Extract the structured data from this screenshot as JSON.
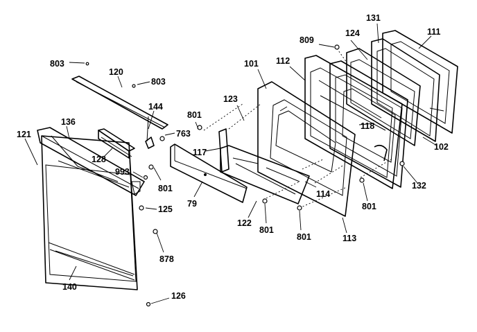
{
  "diagram": {
    "labels": {
      "p803_top": "803",
      "p120": "120",
      "p803_mid": "803",
      "p144": "144",
      "p136": "136",
      "p121": "121",
      "p763": "763",
      "p128": "128",
      "p993": "993",
      "p801_left": "801",
      "p125": "125",
      "p878": "878",
      "p140": "140",
      "p126": "126",
      "p801_a": "801",
      "p117": "117",
      "p79": "79",
      "p123": "123",
      "p101": "101",
      "p112": "112",
      "p809": "809",
      "p124": "124",
      "p131": "131",
      "p111": "111",
      "p118": "118",
      "p102": "102",
      "p132": "132",
      "p114": "114",
      "p122": "122",
      "p801_b": "801",
      "p801_c": "801",
      "p113": "113",
      "p801_d": "801"
    }
  }
}
